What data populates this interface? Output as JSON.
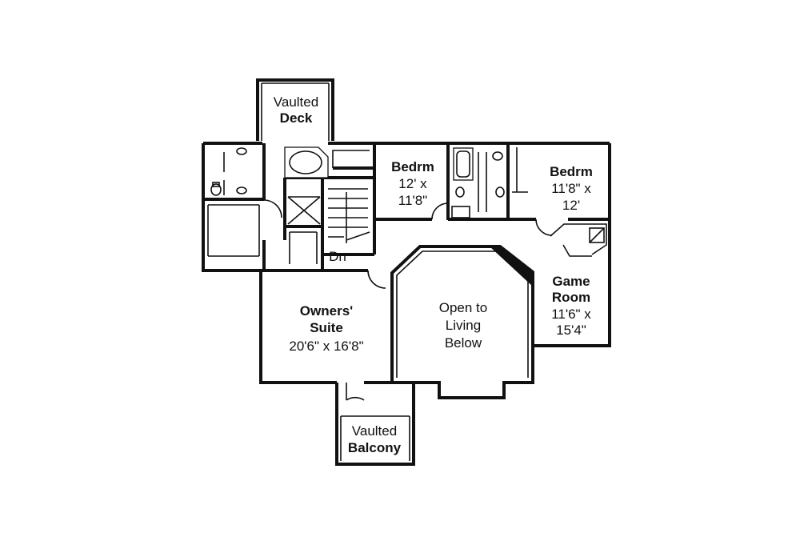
{
  "rooms": {
    "vaulted_deck": {
      "line1": "Vaulted",
      "line2": "Deck"
    },
    "bedroom_1": {
      "name": "Bedrm",
      "dim1": "12' x",
      "dim2": "11'8\""
    },
    "bedroom_2": {
      "name": "Bedrm",
      "dim1": "11'8\" x",
      "dim2": "12'"
    },
    "game_room": {
      "line1": "Game",
      "line2": "Room",
      "dim1": "11'6\" x",
      "dim2": "15'4\""
    },
    "owners_suite": {
      "line1": "Owners'",
      "line2": "Suite",
      "dim": "20'6\" x 16'8\""
    },
    "open_to_below": {
      "line1": "Open to",
      "line2": "Living",
      "line3": "Below"
    },
    "vaulted_balcony": {
      "line1": "Vaulted",
      "line2": "Balcony"
    },
    "stair": {
      "label": "Dn"
    }
  }
}
